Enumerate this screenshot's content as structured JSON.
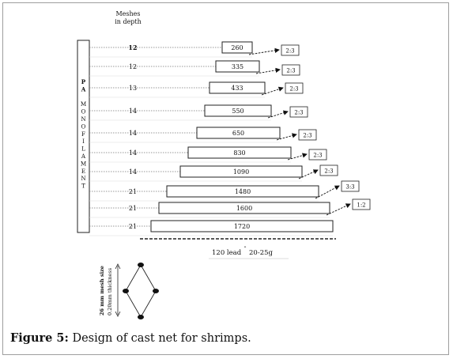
{
  "figure": {
    "column_header_line1": "Meshes",
    "column_header_line2": "in depth",
    "material_label": [
      "P",
      "A",
      "",
      "M",
      "O",
      "N",
      "O",
      "F",
      "I",
      "L",
      "A",
      "M",
      "E",
      "N",
      "T"
    ],
    "rows": [
      {
        "meshes": "12",
        "width": "260",
        "ratio": "2:3"
      },
      {
        "meshes": "12",
        "width": "335",
        "ratio": "2:3"
      },
      {
        "meshes": "13",
        "width": "433",
        "ratio": "2:3"
      },
      {
        "meshes": "14",
        "width": "550",
        "ratio": "2:3"
      },
      {
        "meshes": "14",
        "width": "650",
        "ratio": "2:3"
      },
      {
        "meshes": "14",
        "width": "830",
        "ratio": "2:3"
      },
      {
        "meshes": "14",
        "width": "1090",
        "ratio": "2:3"
      },
      {
        "meshes": "21",
        "width": "1480",
        "ratio": "3:3"
      },
      {
        "meshes": "21",
        "width": "1600",
        "ratio": "1:2"
      },
      {
        "meshes": "21",
        "width": "1720",
        "ratio": ""
      }
    ],
    "lead_label_left": "120 lead",
    "lead_label_right": "20-25g",
    "mesh_size_label": "26 mm mesh size",
    "thickness_label": "0.20mm thickness"
  },
  "caption": {
    "label": "Figure 5:",
    "text": "Design of cast net for shrimps."
  }
}
